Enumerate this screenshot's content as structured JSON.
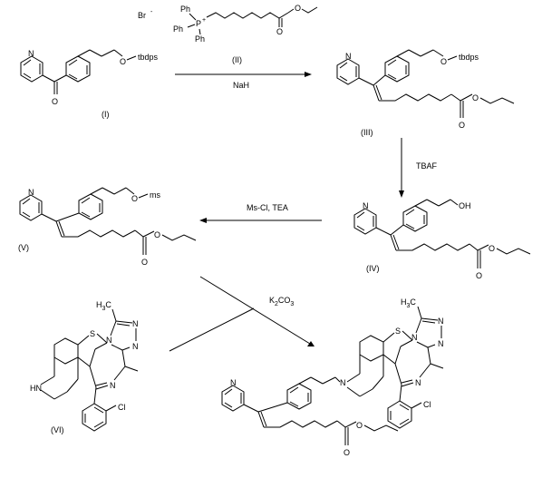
{
  "reagents": {
    "phosphonium_counterion": "Br",
    "phosphonium_charge": "-",
    "ph": "Ph",
    "p": "P",
    "p_charge": "+",
    "reagent_label": "(II)",
    "base": "NaH",
    "deprotection": "TBAF",
    "mesylation": "Ms-Cl,  TEA",
    "coupling_base": "K",
    "coupling_base_sub": "2",
    "coupling_base_tail": "CO",
    "coupling_base_sub2": "3"
  },
  "compounds": {
    "I": "(I)",
    "III": "(III)",
    "IV": "(IV)",
    "V": "(V)",
    "VI": "(VI)"
  },
  "atoms": {
    "N": "N",
    "O": "O",
    "S": "S",
    "OH": "OH",
    "HN": "HN",
    "H3C": "H",
    "H3C_sub": "3",
    "H3C_c": "C",
    "Cl": "Cl",
    "tbdps": "tbdps",
    "ms": "ms"
  }
}
